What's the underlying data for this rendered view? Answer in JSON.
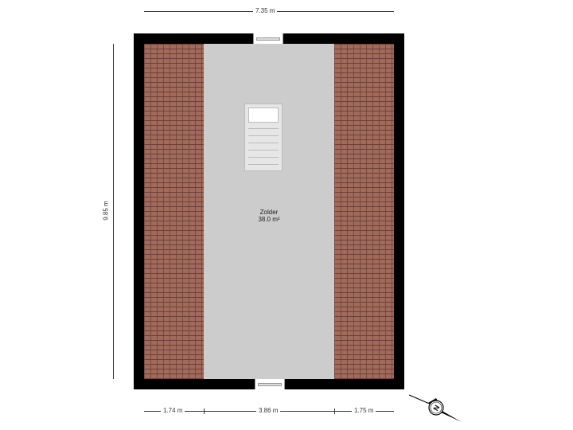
{
  "room": {
    "name": "Zolder",
    "area": "38.0 m²"
  },
  "dimensions": {
    "width_total": "7.35 m",
    "height_total": "9.85 m",
    "bottom_left": "1.74 m",
    "bottom_middle": "3.86 m",
    "bottom_right": "1.75 m"
  },
  "compass": {
    "icon": "north-arrow-icon",
    "letter": "N"
  },
  "colors": {
    "wall": "#000000",
    "roof_tiles": "#a06a5c",
    "floor": "#cccccc"
  }
}
